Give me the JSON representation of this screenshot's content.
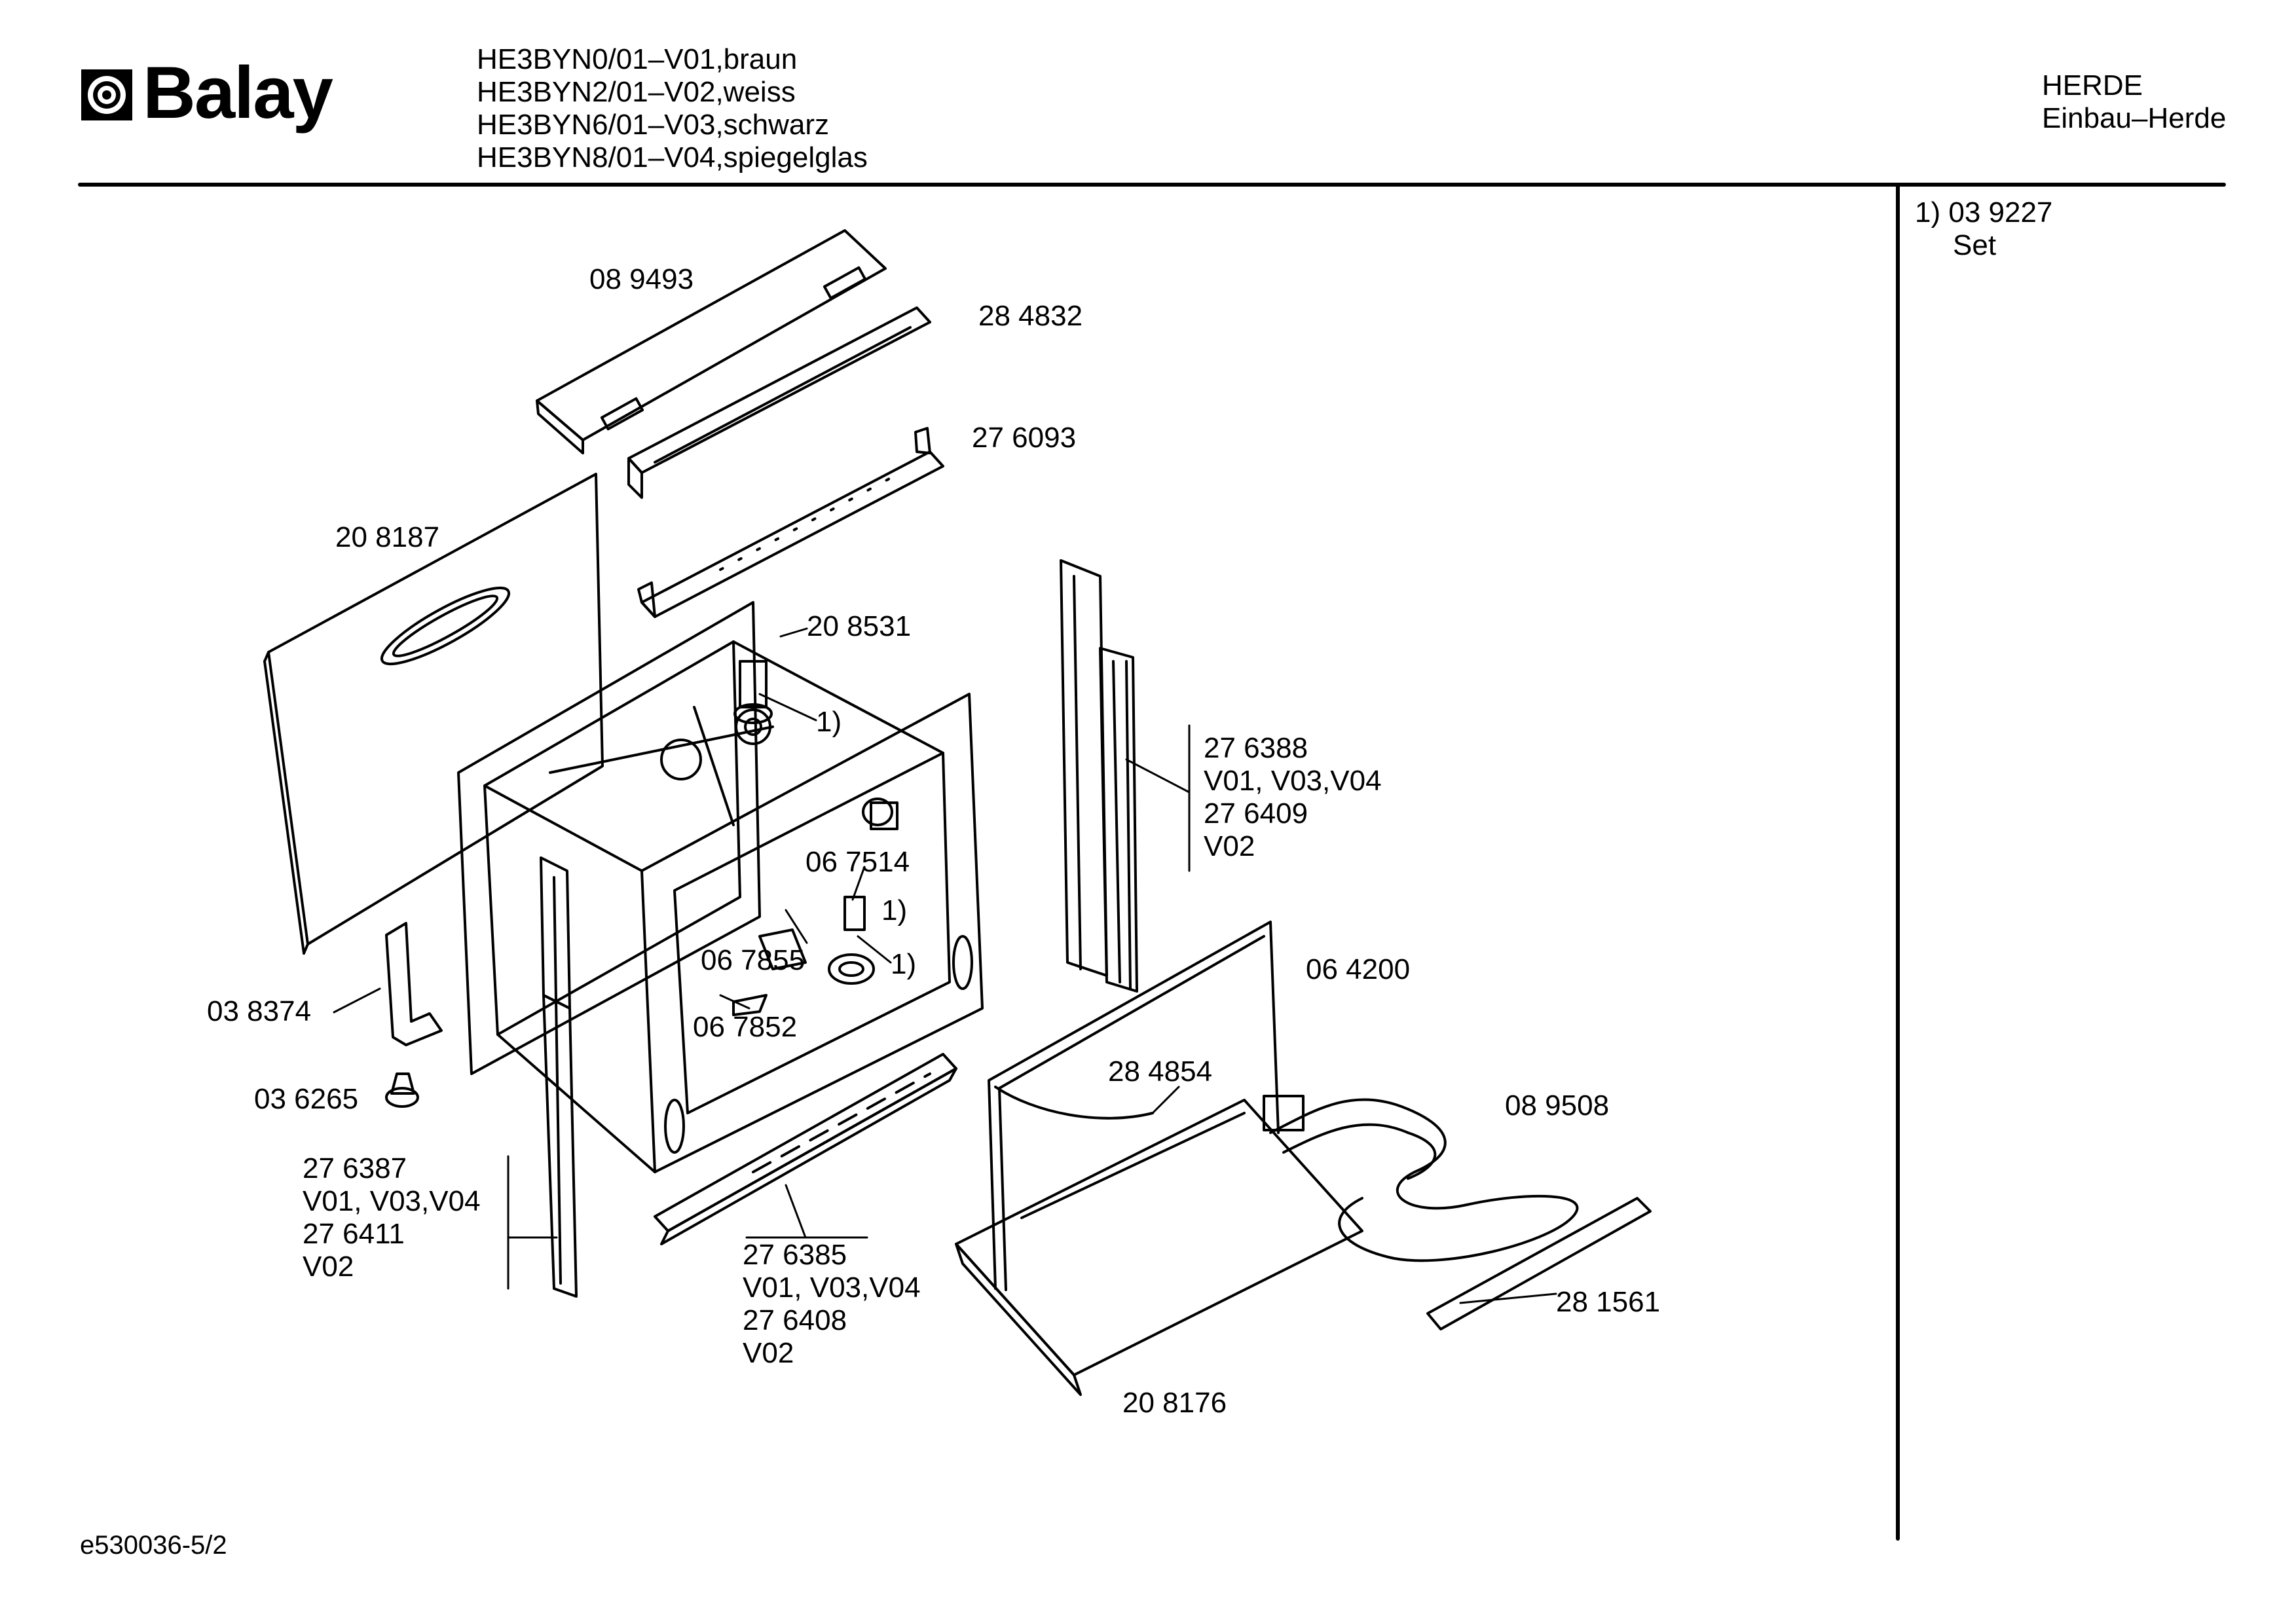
{
  "header": {
    "brand": "Balay",
    "models": [
      "HE3BYN0/01–V01,braun",
      "HE3BYN2/01–V02,weiss",
      "HE3BYN6/01–V03,schwarz",
      "HE3BYN8/01–V04,spiegelglas"
    ],
    "category": [
      "HERDE",
      "Einbau–Herde"
    ]
  },
  "note": {
    "ref": "1)  03 9227",
    "desc": "Set"
  },
  "parts": {
    "p089493": "08 9493",
    "p284832": "28 4832",
    "p276093": "27 6093",
    "p208187": "20 8187",
    "p208531": "20 8531",
    "ref1a": "1)",
    "p276388": [
      "27 6388",
      "V01, V03,V04",
      "27 6409",
      "V02"
    ],
    "p067514": "06 7514",
    "ref1b": "1)",
    "ref1c": "1)",
    "p067855": "06 7855",
    "p067852": "06 7852",
    "p038374": "03 8374",
    "p036265": "03 6265",
    "p276387": [
      "27 6387",
      "V01, V03,V04",
      "27 6411",
      "V02"
    ],
    "p276385": [
      "27 6385",
      "V01, V03,V04",
      "27 6408",
      "V02"
    ],
    "p064200": "06 4200",
    "p284854": "28 4854",
    "p089508": "08 9508",
    "p281561": "28 1561",
    "p208176": "20 8176"
  },
  "footer": {
    "code": "e530036-5/2"
  }
}
